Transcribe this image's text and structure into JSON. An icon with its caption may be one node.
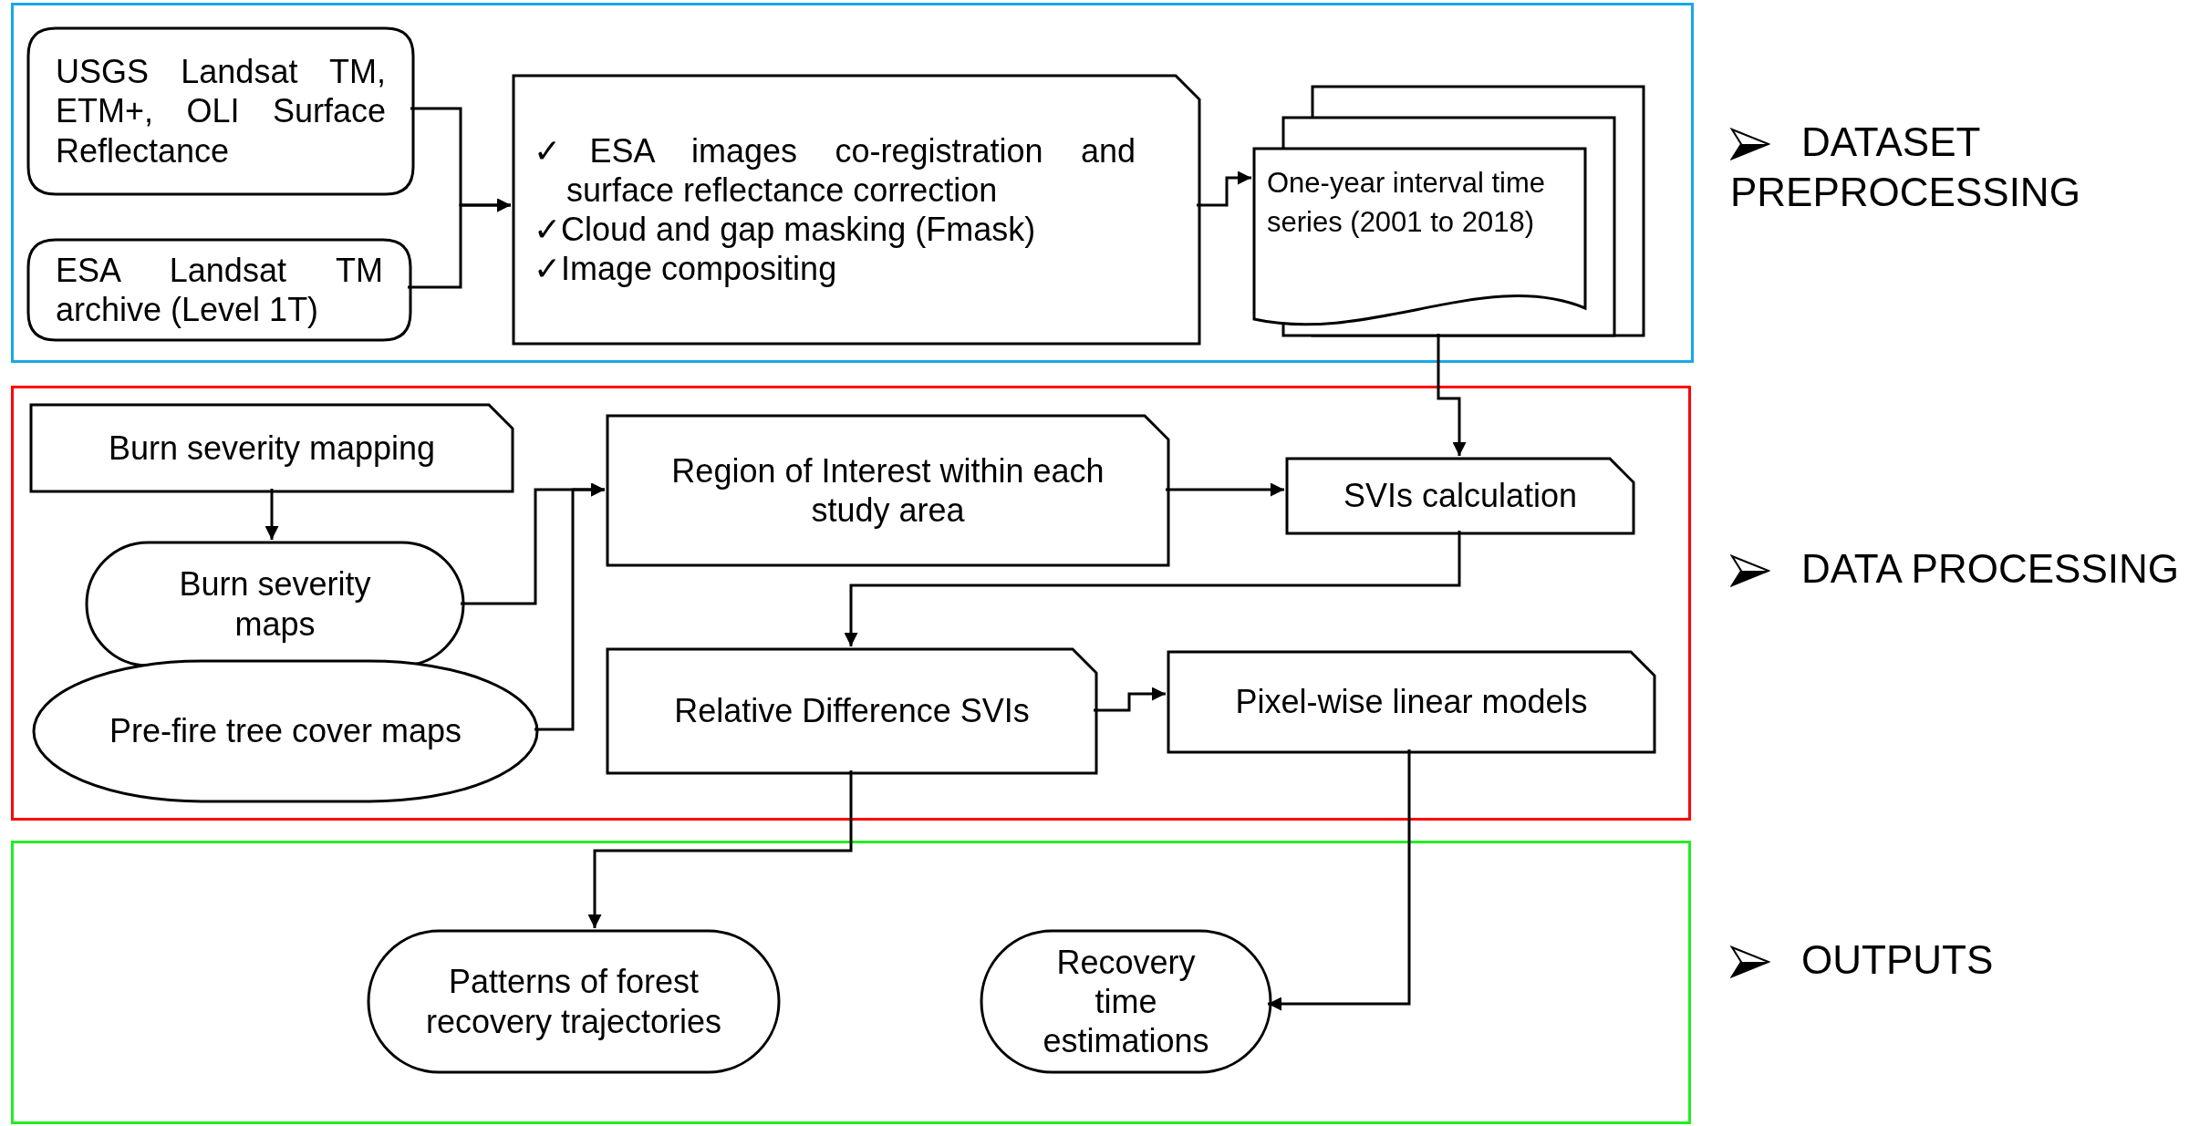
{
  "diagram": {
    "nodes": [
      {
        "text": [
          "DATASET PREPROCESSING"
        ]
      },
      {
        "text": [
          "USGS Landsat TM, ETM+, OLI Surface Reflectance"
        ],
        "in": 0
      },
      {
        "text": [
          "ESA Landsat TM archive (Level 1T)"
        ],
        "in": 0
      },
      {
        "text": [
          "✓ESA images co-registration and surface reflectance correction",
          "✓Cloud and gap masking (Fmask)",
          "✓Image compositing"
        ],
        "in": 0
      },
      {
        "text": [
          "One-year interval time series (2001 to 2018)"
        ],
        "in": 0
      },
      {
        "text": [
          "DATA PROCESSING"
        ]
      },
      {
        "text": [
          "Burn severity mapping"
        ],
        "in": 5
      },
      {
        "text": [
          "Burn severity maps"
        ],
        "in": 5
      },
      {
        "text": [
          "Pre-fire tree cover maps"
        ],
        "in": 5
      },
      {
        "text": [
          "Region of Interest within each study area"
        ],
        "in": 5
      },
      {
        "text": [
          "SVIs calculation"
        ],
        "in": 5
      },
      {
        "text": [
          "Relative Difference SVIs"
        ],
        "in": 5
      },
      {
        "text": [
          "Pixel-wise linear models"
        ],
        "in": 5
      },
      {
        "text": [
          "OUTPUTS"
        ]
      },
      {
        "text": [
          "Patterns of forest recovery trajectories"
        ],
        "in": 13
      },
      {
        "text": [
          "Recovery time estimations"
        ],
        "in": 13
      }
    ],
    "edges": [
      {
        "from": 1,
        "to": 3,
        "arrow": "to"
      },
      {
        "from": 2,
        "to": 3,
        "arrow": "to"
      },
      {
        "from": 3,
        "to": 4,
        "arrow": "to"
      },
      {
        "from": 4,
        "to": 10,
        "arrow": "to"
      },
      {
        "from": 6,
        "to": 7,
        "arrow": "to"
      },
      {
        "from": 7,
        "to": 9,
        "arrow": "to"
      },
      {
        "from": 8,
        "to": 9,
        "arrow": "to"
      },
      {
        "from": 9,
        "to": 10,
        "arrow": "to"
      },
      {
        "from": 10,
        "to": 11,
        "arrow": "to"
      },
      {
        "from": 11,
        "to": 12,
        "arrow": "to"
      },
      {
        "from": 11,
        "to": 14,
        "arrow": "to"
      },
      {
        "from": 12,
        "to": 15,
        "arrow": "to"
      }
    ]
  }
}
